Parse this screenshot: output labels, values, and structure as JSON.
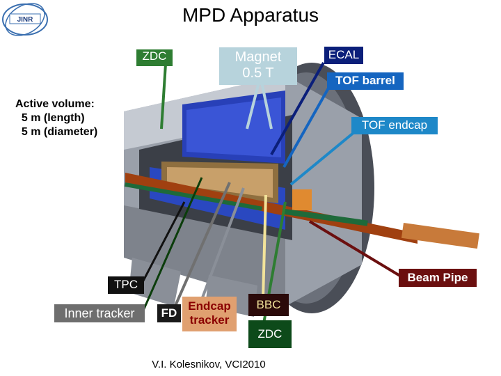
{
  "title": "MPD Apparatus",
  "logo": {
    "text": "JINR",
    "icon": "jinr-logo-icon"
  },
  "active_volume": {
    "heading": "Active volume:",
    "length": "5 m (length)",
    "diameter": "5 m (diameter)"
  },
  "labels": {
    "zdc_top": "ZDC",
    "magnet_line1": "Magnet",
    "magnet_line2": "0.5 T",
    "ecal": "ECAL",
    "tof_barrel": "TOF barrel",
    "tof_endcap": "TOF endcap",
    "beam_pipe": "Beam Pipe",
    "tpc": "TPC",
    "inner_tracker": "Inner tracker",
    "fd": "FD",
    "endcap_line1": "Endcap",
    "endcap_line2": "tracker",
    "bbc": "BBC",
    "zdc_bottom": "ZDC"
  },
  "credit": "V.I. Kolesnikov, VCI2010",
  "colors": {
    "green": "#2e7d32",
    "navy": "#0b1f7a",
    "blue": "#1565c0",
    "dark_red": "#6b0f0f",
    "magnet": "#b7d3dc"
  }
}
